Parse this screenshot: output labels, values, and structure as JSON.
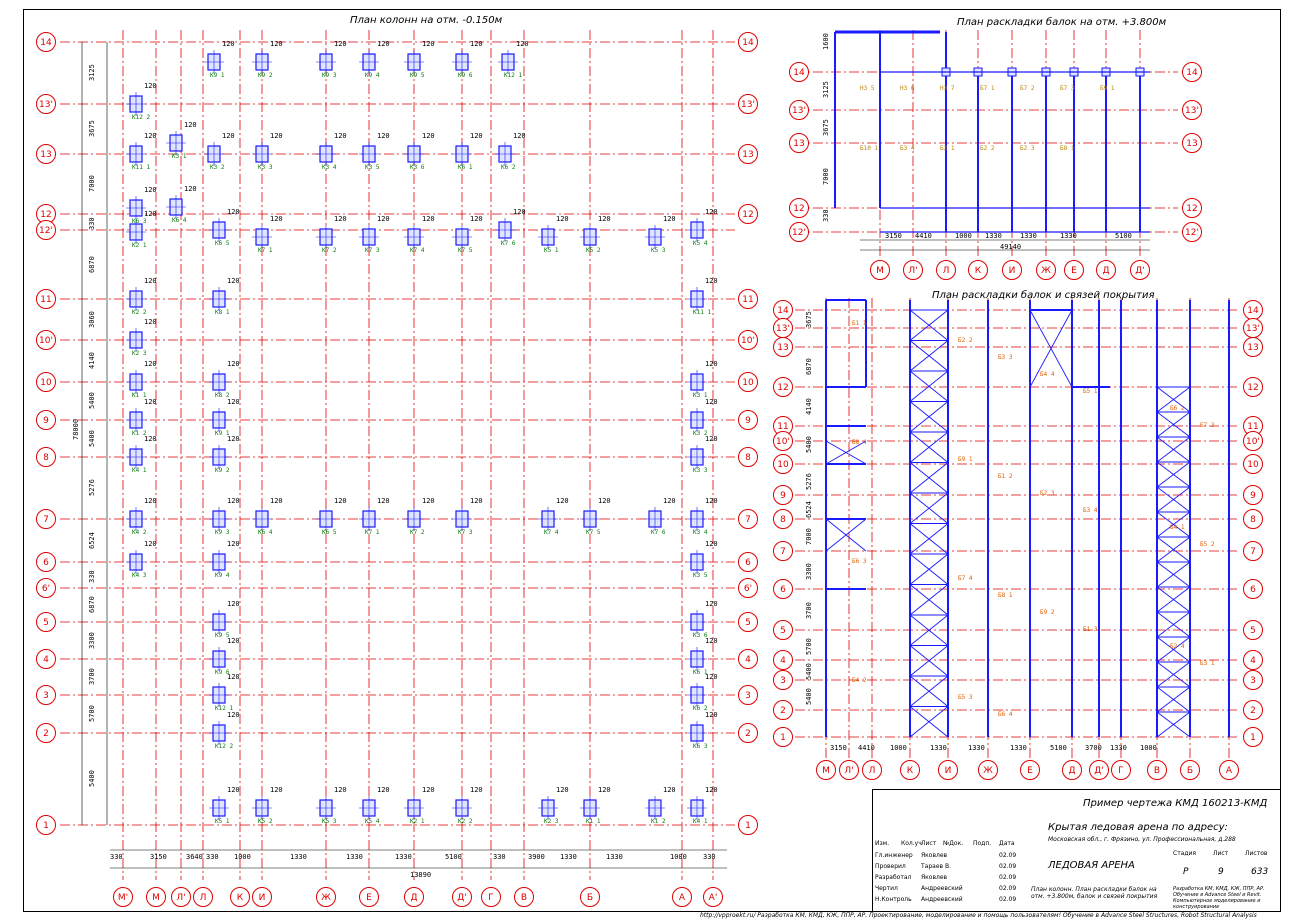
{
  "views": {
    "main_title": "План колонн на отм. -0.150м",
    "beams_title": "План раскладки балок на отм. +3.800м",
    "roof_title": "План раскладки балок и связей покрытия"
  },
  "main_rows": [
    "14",
    "13'",
    "13",
    "12",
    "12'",
    "11",
    "10'",
    "10",
    "9",
    "8",
    "7",
    "6",
    "6'",
    "5",
    "4",
    "3",
    "2",
    "1"
  ],
  "main_cols": [
    "М'",
    "М",
    "Л'",
    "Л",
    "К",
    "И",
    "Ж",
    "Е",
    "Д",
    "Д'",
    "Г",
    "В",
    "Б",
    "А",
    "А'"
  ],
  "main_row_dims": [
    "3125",
    "3675",
    "7000",
    "330",
    "6870",
    "3060",
    "4140",
    "5400",
    "5400",
    "5276",
    "6524",
    "330",
    "6870",
    "3300",
    "3700",
    "5700",
    "5400",
    "5400"
  ],
  "main_col_dims": [
    "330",
    "3150",
    "3640",
    "330",
    "1000",
    "1330",
    "1330",
    "1330",
    "5100",
    "330",
    "3900",
    "1330",
    "1330",
    "1000",
    "330"
  ],
  "main_total_vertical": "78000",
  "main_total_horizontal": "13890",
  "beam_rows": [
    "14",
    "13'",
    "13",
    "12",
    "12'"
  ],
  "beam_cols": [
    "М",
    "Л'",
    "Л",
    "К",
    "И",
    "Ж",
    "Е",
    "Д",
    "Д'"
  ],
  "beam_col_dims": [
    "3150",
    "4410",
    "1000",
    "1330",
    "1330",
    "1330",
    "5100"
  ],
  "beam_total": "49140",
  "beam_row_dims": [
    "1600",
    "3125",
    "3675",
    "7000",
    "330"
  ],
  "roof_rows": [
    "14",
    "13'",
    "13",
    "12",
    "11",
    "10'",
    "10",
    "9",
    "8",
    "7",
    "6",
    "5",
    "4",
    "3",
    "2",
    "1"
  ],
  "roof_cols": [
    "М",
    "Л'",
    "Л",
    "К",
    "И",
    "Ж",
    "Е",
    "Д",
    "Д'",
    "Г",
    "В",
    "Б",
    "А"
  ],
  "roof_col_dims": [
    "3150",
    "4410",
    "1000",
    "1330",
    "1330",
    "1330",
    "5100",
    "3700",
    "1330",
    "1000"
  ],
  "roof_row_dims": [
    "3675",
    "6870",
    "4140",
    "5400",
    "5276",
    "6524",
    "7000",
    "3300",
    "3700",
    "5700",
    "5400",
    "5400"
  ],
  "column_marks": [
    "К9 1",
    "К9 2",
    "К9 3",
    "К9 4",
    "К9 5",
    "К9 6",
    "К12 1",
    "К12 2",
    "К11 1",
    "К3 1",
    "К3 2",
    "К3 3",
    "К3 4",
    "К3 5",
    "К3 6",
    "К6 1",
    "К6 2",
    "К6 3",
    "К6 4",
    "К6 5",
    "К7 1",
    "К7 2",
    "К7 3",
    "К7 4",
    "К7 5",
    "К7 6",
    "К5 1",
    "К5 2",
    "К5 3",
    "К5 4",
    "К2 1",
    "К2 2",
    "К2 3",
    "К1 1",
    "К1 2",
    "К4 1",
    "К4 2",
    "К4 3",
    "К8 1",
    "К8 2"
  ],
  "beam_marks": [
    "Н3 5",
    "Н3 6",
    "Н3 7",
    "Б7 1",
    "Б7 2",
    "Б7 3",
    "Б9 1",
    "Б10 1",
    "Б3 4",
    "Б2 1",
    "Б2 2",
    "Б2 3",
    "Б8 1"
  ],
  "stamp": {
    "doc_code": "Пример чертежа КМД  160213-КМД",
    "project": "Крытая ледовая арена по адресу:",
    "address": "Московская обл., г. Фрязино, ул. Профессиональная, д.288",
    "sheet_title": "ЛЕДОВАЯ АРЕНА",
    "stage_label": "Стадия",
    "sheet_label": "Лист",
    "sheets_label": "Листов",
    "stage": "Р",
    "sheet": "9",
    "sheets": "633",
    "col_izm": "Изм.",
    "col_kol": "Кол.уч",
    "col_list": "Лист",
    "col_ndok": "№Док.",
    "col_podp": "Подп.",
    "col_date": "Дата",
    "roles": [
      "Гл.инженер",
      "Проверил",
      "Разработал",
      "Чертил",
      "Н.Контроль"
    ],
    "names": [
      "Яковлев",
      "Тараев В.",
      "Яковлев",
      "Андреевский",
      "Андреевский"
    ],
    "dates": [
      "02.09",
      "02.09",
      "02.09",
      "02.09",
      "02.09"
    ],
    "view_list": "План колонн. План раскладки балок на отм. +3.800м, балок и связей покрытия",
    "org": "Разработка КМ, КМД, КЖ, ППР, АР. Обучение в Advance Steel и Revit. Компьютерное моделирование и конструирование"
  },
  "footer": "http://vpproekt.ru/ Разработка КМ, КМД, КЖ, ППР, АР. Проектирование, моделирование и помощь пользователям! Обучение в Advance Steel Structures, Robot Structural Analysis",
  "colors": {
    "axis": "#e00000",
    "steel": "#1a1aff",
    "label": "#0a7a0a",
    "beam": "#e06000"
  }
}
